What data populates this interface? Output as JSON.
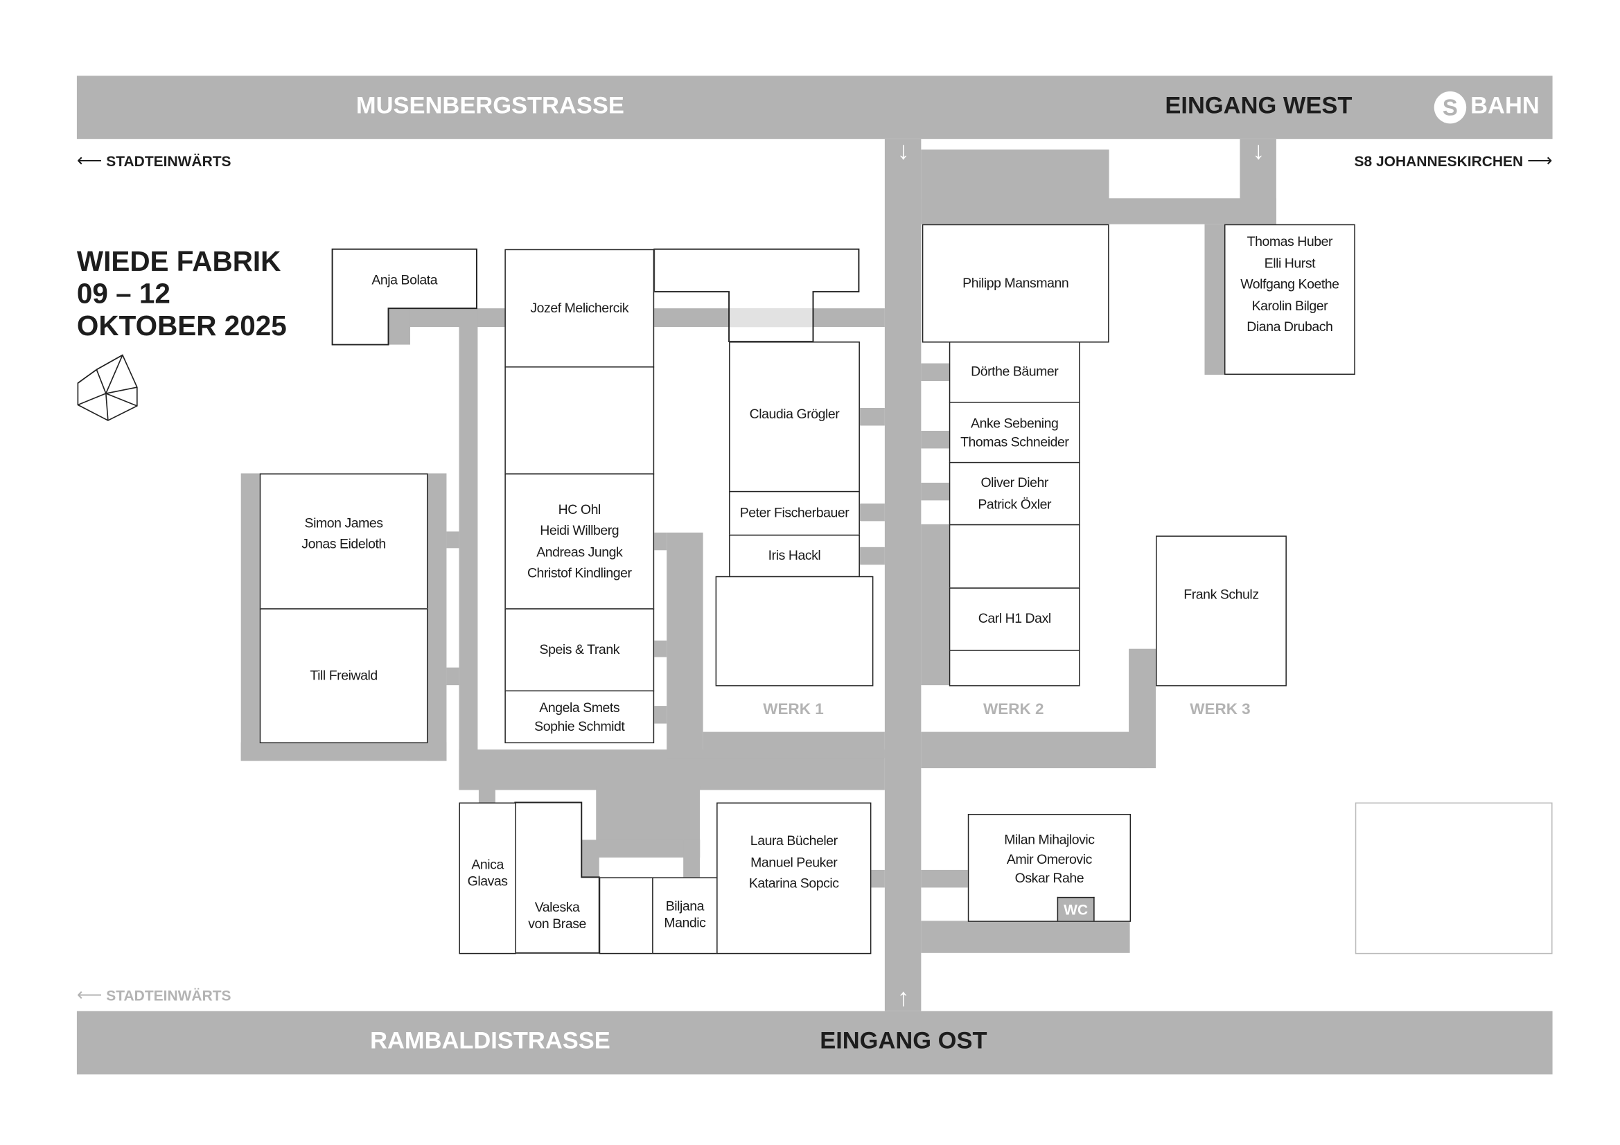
{
  "streets": {
    "top": "MUSENBERGSTRASSE",
    "bottom": "RAMBALDISTRASSE"
  },
  "entrances": {
    "west": "EINGANG WEST",
    "east": "EINGANG OST"
  },
  "sbahn": {
    "logo_letter": "S",
    "label": "BAHN"
  },
  "directions": {
    "top_left": "STADTEINWÄRTS",
    "top_right": "S8 JOHANNESKIRCHEN",
    "bottom_left": "STADTEINWÄRTS"
  },
  "event": {
    "name": "WIEDE FABRIK",
    "dates": "09 – 12",
    "month_year": "OKTOBER 2025"
  },
  "halls": [
    "WERK 1",
    "WERK 2",
    "WERK 3"
  ],
  "rooms": {
    "anja": "Anja Bolata",
    "jozef": "Jozef Melichercik",
    "hc_ohl": "HC Ohl\nHeidi Willberg\nAndreas Jungk\nChristof Kindlinger",
    "speis": "Speis & Trank",
    "angela": "Angela Smets\nSophie Schmidt",
    "simon": "Simon James\nJonas Eideloth",
    "till": "Till Freiwald",
    "claudia": "Claudia Grögler",
    "peter": "Peter Fischerbauer",
    "iris": "Iris Hackl",
    "philipp": "Philipp Mansmann",
    "doerthe": "Dörthe Bäumer",
    "anke": "Anke Sebening\nThomas Schneider",
    "oliver": "Oliver Diehr\nPatrick Öxler",
    "carl": "Carl H1 Daxl",
    "thomas": "Thomas Huber\nElli Hurst\nWolfgang Koethe\nKarolin Bilger\nDiana Drubach",
    "frank": "Frank Schulz",
    "anica": "Anica\nGlavas",
    "valeska": "Valeska\nvon Brase",
    "biljana": "Biljana\nMandic",
    "laura": "Laura Bücheler\nManuel Peuker\nKatarina Sopcic",
    "milan": "Milan Mihajlovic\nAmir Omerovic\nOskar Rahe",
    "wc": "WC"
  },
  "colors": {
    "path": "#b3b3b3",
    "text": "#1d1d1d",
    "background": "#ffffff"
  }
}
